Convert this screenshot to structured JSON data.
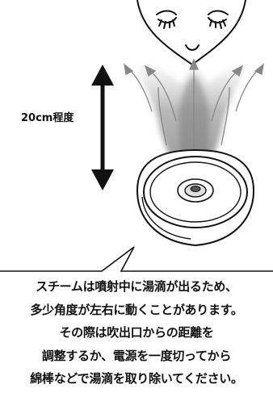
{
  "distance_label": "20cm程度",
  "caption_lines": [
    "スチームは噴射中に湯滴が出るため、",
    "多少角度が左右に動くことがあります。",
    "その際は吹出口からの距離を",
    "調整するか、電源を一度切ってから",
    "綿棒などで湯滴を取り除いてください。"
  ],
  "colors": {
    "ink": "#111111",
    "steam": "#9a9a9a",
    "background": "#ffffff"
  },
  "icons": [
    "face-outline-icon",
    "double-arrow-icon",
    "steamer-device-icon",
    "steam-plume-icon"
  ]
}
